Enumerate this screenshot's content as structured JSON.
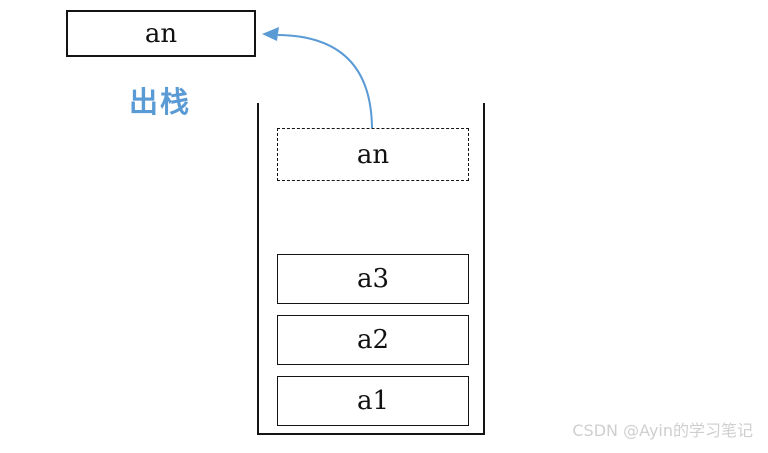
{
  "diagram": {
    "title_semantic": "stack-pop-operation",
    "popped_box": {
      "label": "an"
    },
    "action_label": "出栈",
    "stack": {
      "top_item": {
        "label": "an",
        "border_style": "dashed"
      },
      "items": [
        {
          "label": "a3"
        },
        {
          "label": "a2"
        },
        {
          "label": "a1"
        }
      ]
    },
    "colors": {
      "accent_blue": "#5B9BD5",
      "line_black": "#141414",
      "watermark_gray": "#CFCFCF"
    }
  },
  "watermark": "CSDN @Ayin的学习笔记"
}
